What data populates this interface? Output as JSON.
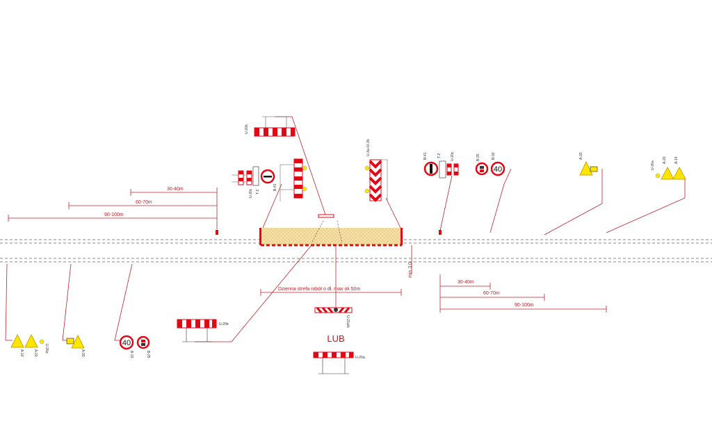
{
  "dimensions": {
    "left": [
      "30-40m",
      "60-70m",
      "90-100m"
    ],
    "right": [
      "30-40m",
      "60-70m",
      "90-100m"
    ],
    "work_zone": "Dzienna strefa robót o dł. max ok 50m",
    "min_width": "min 3,0"
  },
  "alternative_label": "LUB",
  "signs": {
    "u20b_top": "U-20b",
    "u20b_left": "U-20b",
    "u20a_bottom": "U-20a",
    "u21ab": "U-21a/b",
    "u20c": "U-20c",
    "b41": "B-41",
    "t2": "T-2",
    "b25": "B-25",
    "b33": "B-33",
    "a30": "A-30",
    "a14": "A-14",
    "a20": "A-20",
    "u26a": "U-26a",
    "u3a": "U-3a+U-3b",
    "speed": "40"
  },
  "colors": {
    "red": "#e30613",
    "yellow": "#ffe500",
    "zone": "#f5deA0"
  }
}
